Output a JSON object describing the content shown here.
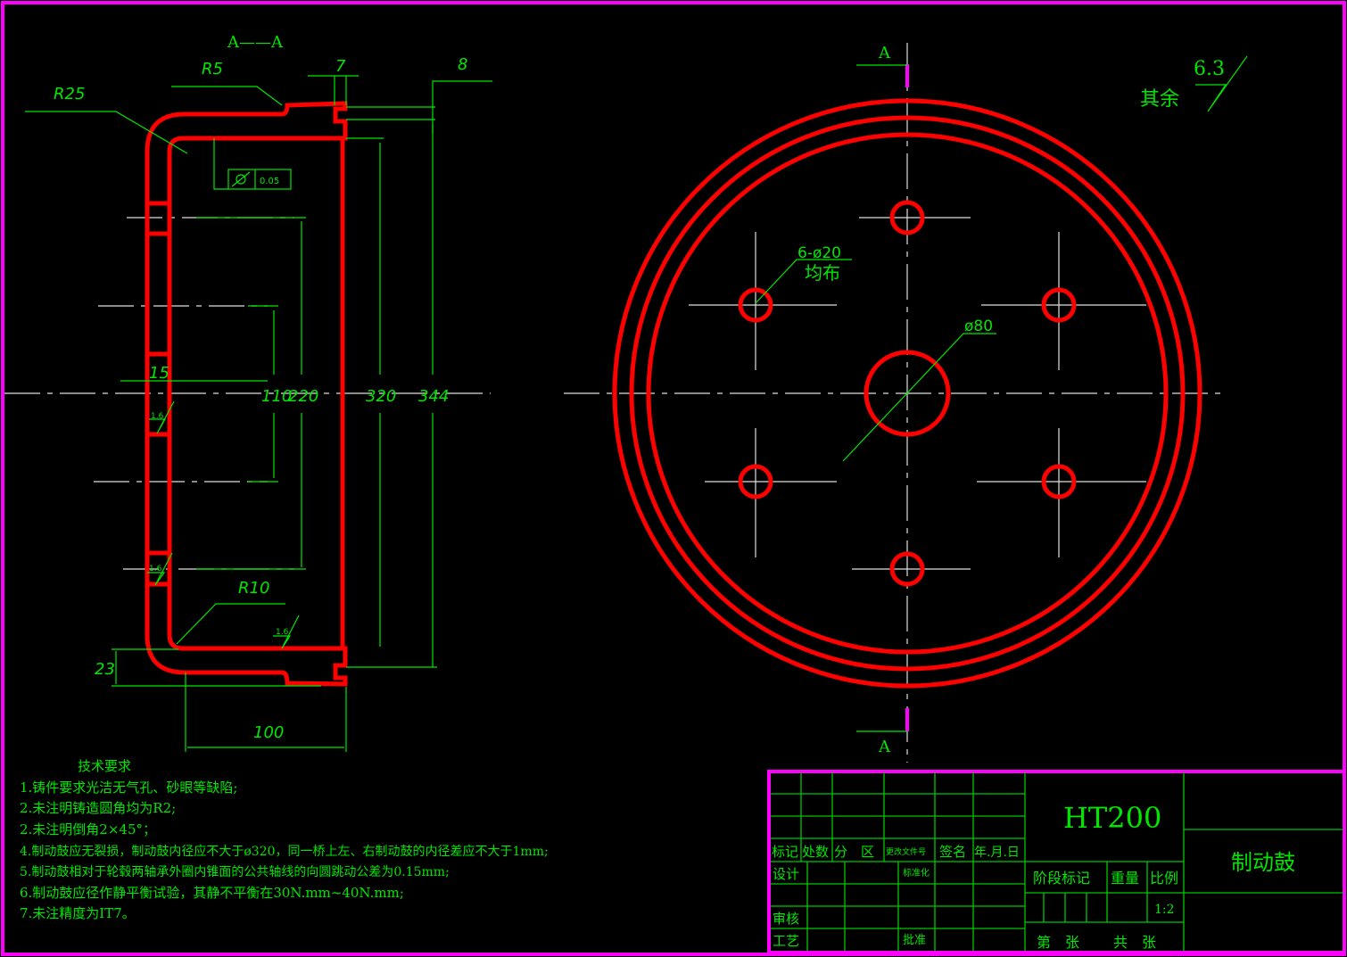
{
  "drawing": {
    "section_label": "A——A",
    "section_marker": "A",
    "dimensions": {
      "r25": "R25",
      "r5": "R5",
      "r10": "R10",
      "d7": "7",
      "d8": "8",
      "d15": "15",
      "d23": "23",
      "d100": "100",
      "d110": "110",
      "d220": "220",
      "d320": "320",
      "d344": "344"
    },
    "tolerance_value": "0.05",
    "roughness": "1.6",
    "holes_label": "6-ø20",
    "holes_note": "均布",
    "center_hole": "ø80",
    "other_roughness_label": "其余",
    "other_roughness_value": "6.3"
  },
  "requirements": {
    "title": "技术要求",
    "items": [
      "1.铸件要求光洁无气孔、砂眼等缺陷;",
      "2.未注明铸造圆角均为R2;",
      "2.未注明倒角2×45°；",
      "4.制动鼓应无裂损，制动鼓内径应不大于ø320，同一桥上左、右制动鼓的内径差应不大于1mm;",
      "5.制动鼓相对于轮毂两轴承外圈内锥面的公共轴线的向圆跳动公差为0.15mm;",
      "6.制动鼓应径作静平衡试验，其静不平衡在30N.mm~40N.mm;",
      "7.未注精度为IT7。"
    ]
  },
  "title_block": {
    "material": "HT200",
    "part_name": "制动鼓",
    "mark": "标记",
    "count": "处数",
    "zone": "分　区",
    "change_doc": "更改文件号",
    "signature": "签名",
    "date": "年.月.日",
    "design": "设计",
    "standardize": "标准化",
    "review": "审核",
    "process": "工艺",
    "approve": "批准",
    "stage_mark": "阶段标记",
    "weight": "重量",
    "scale_label": "比例",
    "scale": "1:2",
    "sheet": "第　张",
    "total": "共　张"
  },
  "colors": {
    "frame": "#ff00ff",
    "outline": "#ff0000",
    "annotation": "#00e600",
    "hatch": "#00bcd4"
  }
}
